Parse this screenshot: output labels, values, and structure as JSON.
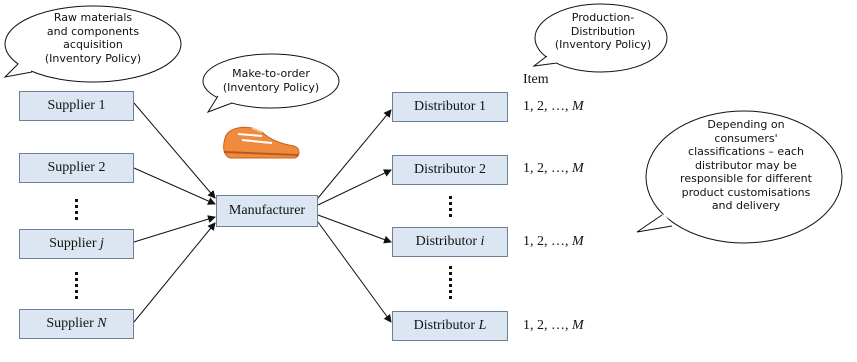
{
  "callouts": {
    "raw_materials": [
      "Raw materials",
      "and components",
      "acquisition",
      "(Inventory Policy)"
    ],
    "make_to_order": [
      "Make-to-order",
      "(Inventory Policy)"
    ],
    "production_distribution": [
      "Production-",
      "Distribution",
      "(Inventory Policy)"
    ],
    "consumers": [
      "Depending on",
      "consumers'",
      "classifications – each",
      "distributor may be",
      "responsible for different",
      "product customisations",
      "and delivery"
    ]
  },
  "suppliers": {
    "s1": "Supplier 1",
    "s2": "Supplier 2",
    "sj_prefix": "Supplier ",
    "sj_var": "j",
    "sn_prefix": "Supplier ",
    "sn_var": "N"
  },
  "manufacturer": "Manufacturer",
  "distributors": {
    "d1": "Distributor 1",
    "d2": "Distributor 2",
    "di_prefix": "Distributor ",
    "di_var": "i",
    "dl_prefix": "Distributor ",
    "dl_var": "L"
  },
  "item_header": "Item",
  "item_list_prefix": "1, 2, …, ",
  "item_list_var": "M",
  "colors": {
    "box_fill": "#dce6f2",
    "box_border": "#6f7f94",
    "shoe": "#f08a3c"
  },
  "icons": [
    "shoe-icon"
  ]
}
